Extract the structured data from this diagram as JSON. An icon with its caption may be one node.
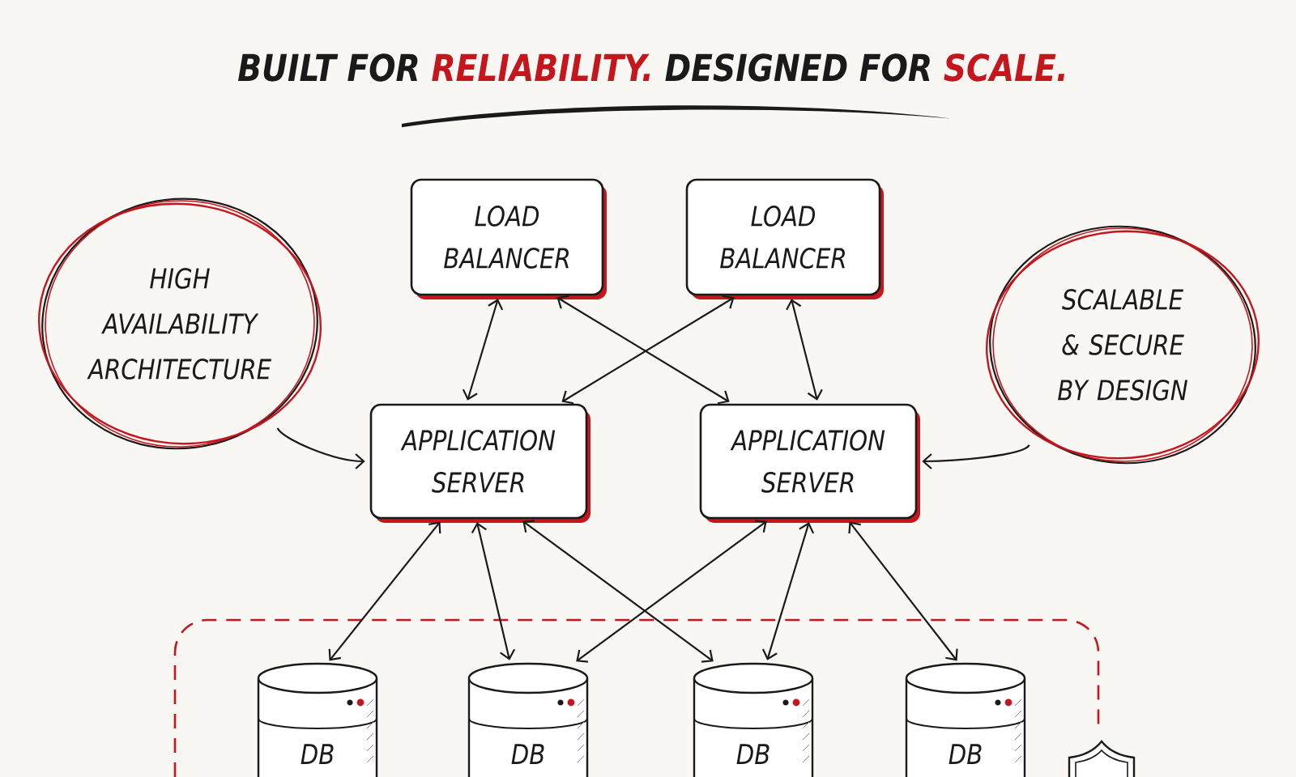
{
  "diagram": {
    "title": "BUILT FOR **RELIABILITY.** DESIGNED FOR **SCALE.**",
    "nodes": [
      {
        "text": [
          "LOAD BALANCER"
        ]
      },
      {
        "text": [
          "LOAD BALANCER"
        ]
      },
      {
        "text": [
          "HIGH AVAILABILITY ARCHITECTURE"
        ]
      },
      {
        "text": [
          "SCALABLE & SECURE BY DESIGN"
        ]
      },
      {
        "text": [
          "APPLICATION SERVER"
        ]
      },
      {
        "text": [
          "APPLICATION SERVER"
        ]
      },
      {
        "text": [],
        "shape": "box"
      },
      {
        "text": [
          "DB"
        ],
        "in": 6
      },
      {
        "text": [
          "DB"
        ],
        "in": 6
      },
      {
        "text": [
          "DB"
        ],
        "in": 6
      },
      {
        "text": [
          "DB"
        ],
        "in": 6
      }
    ],
    "edges": [
      {
        "from": 0,
        "to": 4,
        "arrow": "both"
      },
      {
        "from": 0,
        "to": 5,
        "arrow": "both"
      },
      {
        "from": 1,
        "to": 4,
        "arrow": "both"
      },
      {
        "from": 1,
        "to": 5,
        "arrow": "both"
      },
      {
        "from": 2,
        "to": 4,
        "arrow": "to"
      },
      {
        "from": 3,
        "to": 5,
        "arrow": "to"
      },
      {
        "from": 4,
        "to": 7,
        "arrow": "both"
      },
      {
        "from": 4,
        "to": 8,
        "arrow": "both"
      },
      {
        "from": 4,
        "to": 9,
        "arrow": "both"
      },
      {
        "from": 5,
        "to": 8,
        "arrow": "both"
      },
      {
        "from": 5,
        "to": 9,
        "arrow": "both"
      },
      {
        "from": 5,
        "to": 10,
        "arrow": "both"
      }
    ]
  }
}
